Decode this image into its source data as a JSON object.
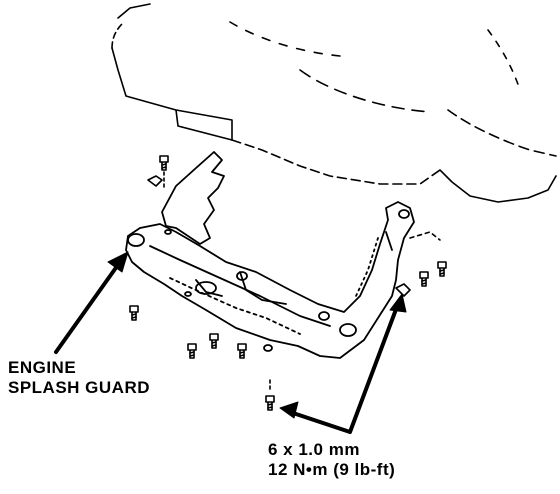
{
  "labels": {
    "part_name_line1": "ENGINE",
    "part_name_line2": "SPLASH GUARD",
    "bolt_size": "6 x 1.0 mm",
    "torque": "12 N•m (9 lb-ft)"
  },
  "colors": {
    "ink": "#000000",
    "paper": "#ffffff"
  }
}
